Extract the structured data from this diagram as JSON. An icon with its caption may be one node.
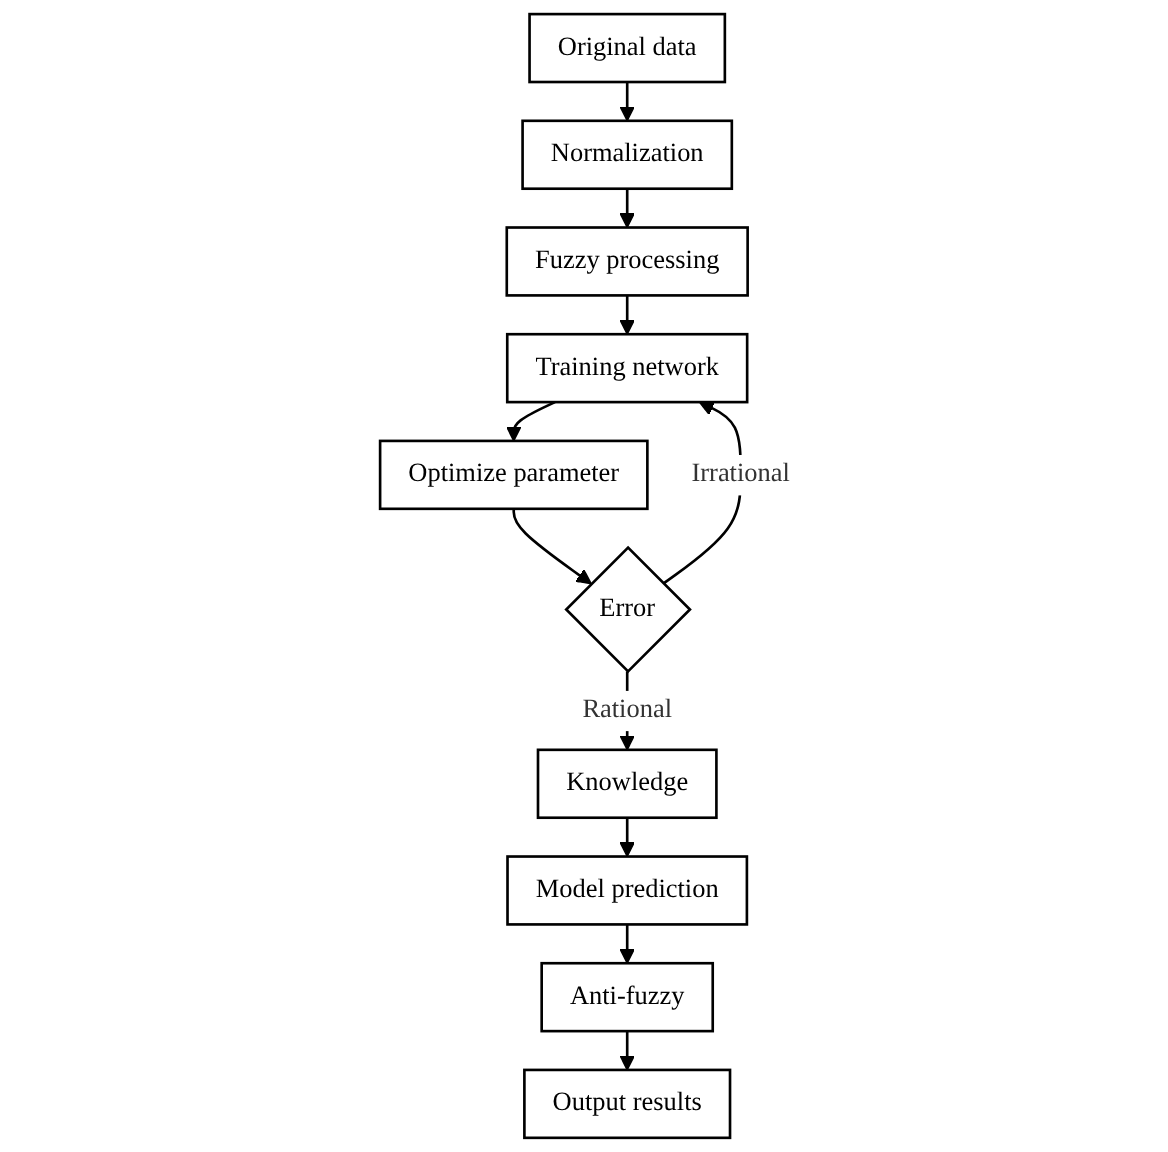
{
  "diagram": {
    "nodes": [
      {
        "text": [
          "Original data"
        ]
      },
      {
        "text": [
          "Normalization"
        ]
      },
      {
        "text": [
          "Fuzzy processing"
        ]
      },
      {
        "text": [
          "Training network"
        ]
      },
      {
        "text": [
          "Optimize parameter"
        ]
      },
      {
        "text": [
          "Error"
        ]
      },
      {
        "text": [
          "Knowledge"
        ]
      },
      {
        "text": [
          "Model prediction"
        ]
      },
      {
        "text": [
          "Anti-fuzzy"
        ]
      },
      {
        "text": [
          "Output results"
        ]
      }
    ],
    "edges": [
      {
        "from": 0,
        "to": 1,
        "arrow": "to"
      },
      {
        "from": 1,
        "to": 2,
        "arrow": "to"
      },
      {
        "from": 2,
        "to": 3,
        "arrow": "to"
      },
      {
        "from": 3,
        "to": 4,
        "arrow": "to"
      },
      {
        "from": 4,
        "to": 5,
        "arrow": "to"
      },
      {
        "from": 5,
        "to": 3,
        "arrow": "to",
        "label": "Irrational"
      },
      {
        "from": 5,
        "to": 6,
        "arrow": "to",
        "label": "Rational"
      },
      {
        "from": 6,
        "to": 7,
        "arrow": "to"
      },
      {
        "from": 7,
        "to": 8,
        "arrow": "to"
      },
      {
        "from": 8,
        "to": 9,
        "arrow": "to"
      }
    ]
  }
}
